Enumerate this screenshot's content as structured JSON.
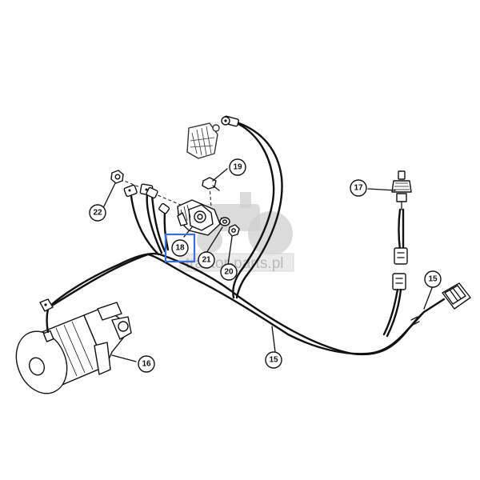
{
  "watermark": {
    "text": "tractor-parts.pl"
  },
  "callouts": [
    {
      "id": "c15a",
      "number": "15"
    },
    {
      "id": "c15b",
      "number": "15"
    },
    {
      "id": "c16",
      "number": "16"
    },
    {
      "id": "c17",
      "number": "17"
    },
    {
      "id": "c18",
      "number": "18"
    },
    {
      "id": "c19",
      "number": "19"
    },
    {
      "id": "c20",
      "number": "20"
    },
    {
      "id": "c21",
      "number": "21"
    },
    {
      "id": "c22",
      "number": "22"
    }
  ],
  "colors": {
    "line": "#111111",
    "background": "#ffffff",
    "highlight": "#3a6fd8",
    "watermark": "#b9b9b9"
  }
}
